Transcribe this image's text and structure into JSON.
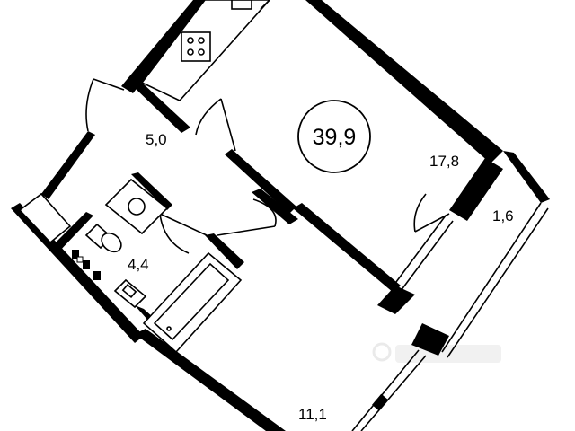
{
  "plan": {
    "total_area": "39,9",
    "rooms": [
      {
        "id": "room-area",
        "label": "17,8"
      },
      {
        "id": "hall-area",
        "label": "5,0"
      },
      {
        "id": "bath-area",
        "label": "4,4"
      },
      {
        "id": "balcony-area",
        "label": "1,6"
      },
      {
        "id": "kitchen-area",
        "label": "11,1"
      }
    ]
  },
  "colors": {
    "wall": "#000000",
    "background": "#ffffff",
    "watermark": "#e6e6e6"
  }
}
